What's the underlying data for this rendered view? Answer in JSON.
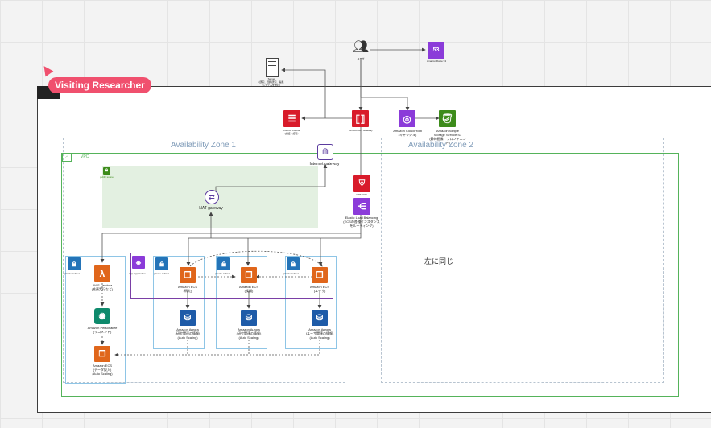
{
  "frame": {
    "title": "Visiting Researcher"
  },
  "zones": {
    "az1": "Availability Zone 1",
    "az2": "Availability Zone 2",
    "vpc": "VPC",
    "az2_note": "左に同じ"
  },
  "top": {
    "users": "ユーザ",
    "route53": "Amazon Route 53",
    "server": "Server\n(研究、国際研究、提携\nシステムを含む)"
  },
  "services": {
    "cognito": "Amazon Cognito\n(認証・認可)",
    "apigw": "Amazon API Gateway",
    "cloudfront": "Amazon CloudFront\n(キャッシュ)",
    "s3": "Amazon Simple\nStorage Service S3\n(静的画像、フロントエンド)",
    "igw": "Internet gateway",
    "waf": "AWS WAF",
    "elb": "Elastic Load Balancing\n(ECSの各種インスタンス\nをルーティング)",
    "nat": "NAT gateway",
    "public_subnet": "public subnet",
    "private_subnet": "private subnet",
    "app": "App Application",
    "lambda": "AWS Lambda\n(推薦実行など)",
    "personalize": "Amazon Personalize\n(リコメンド)",
    "ecs_batch": "Amazon ECS\n(データ投入)\n(Auto Scaling)",
    "ecs1": "Amazon ECS\n(研究)",
    "ecs2": "Amazon ECS\n(候補)",
    "ecs3": "Amazon ECS\n(ユーザ)",
    "aurora1": "Amazon Aurora\n(研究関連の情報)\n(Auto Scaling)",
    "aurora2": "Amazon Aurora\n(研究関連の情報)\n(Auto Scaling)",
    "aurora3": "Amazon Aurora\n(ユーザ関連の情報)\n(Auto Scaling)"
  },
  "icons": {
    "users": "users-icon",
    "route53": "route53-icon",
    "server": "server-icon",
    "cognito": "cognito-icon",
    "apigw": "api-gateway-icon",
    "cloudfront": "cloudfront-icon",
    "s3": "s3-bucket-icon",
    "igw": "internet-gateway-icon",
    "waf": "waf-icon",
    "elb": "load-balancer-icon",
    "nat": "nat-gateway-icon",
    "lambda": "lambda-icon",
    "personalize": "personalize-icon",
    "ecs": "ecs-icon",
    "aurora": "aurora-icon",
    "lock": "lock-icon"
  },
  "colors": {
    "accent": "#f0506e",
    "vpc": "#55b35a",
    "subnet": "#8ec5e6",
    "security": "#d81b2a",
    "compute": "#e0661b",
    "network": "#8b3bd9",
    "storage": "#3d8c1b",
    "database": "#1e5ba8"
  }
}
